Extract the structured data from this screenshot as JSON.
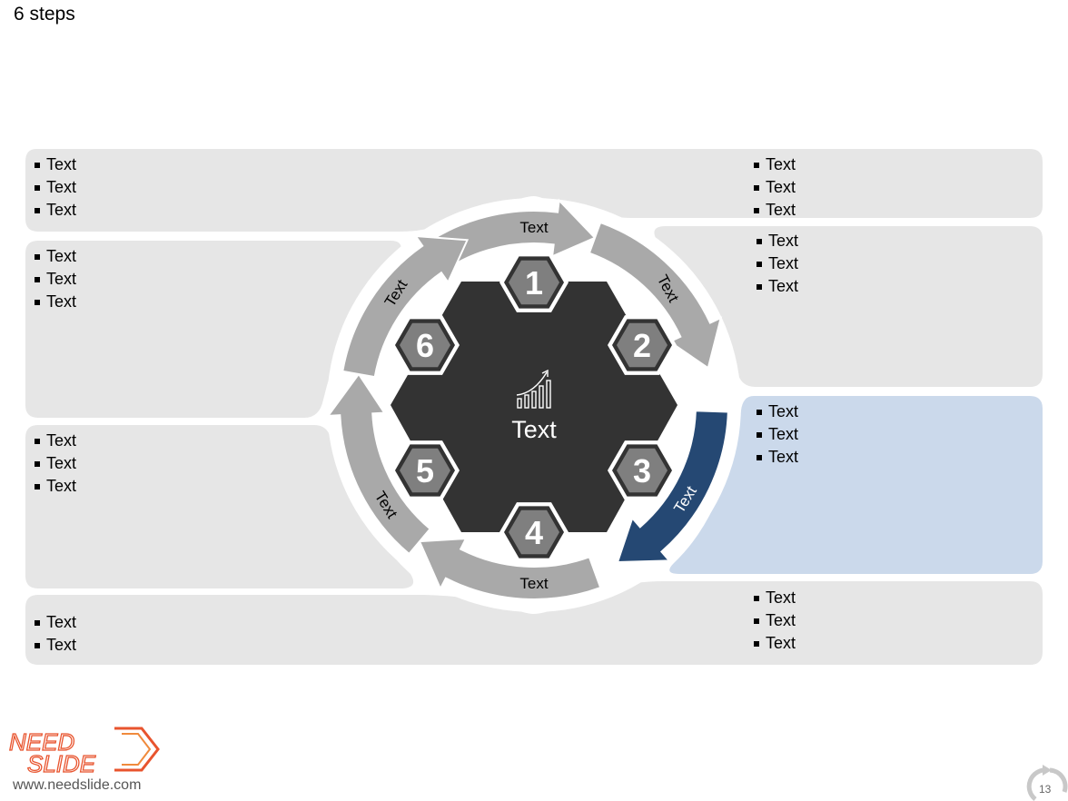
{
  "title": "6 steps",
  "center_label": "Text",
  "steps": [
    "1",
    "2",
    "3",
    "4",
    "5",
    "6"
  ],
  "arrow_labels": [
    "Text",
    "Text",
    "Text",
    "Text",
    "Text",
    "Text"
  ],
  "lists": {
    "top_left": [
      "Text",
      "Text",
      "Text"
    ],
    "top_right": [
      "Text",
      "Text",
      "Text"
    ],
    "upper_right": [
      "Text",
      "Text",
      "Text"
    ],
    "mid_left": [
      "Text",
      "Text",
      "Text"
    ],
    "lower_left": [
      "Text",
      "Text",
      "Text"
    ],
    "lower_right": [
      "Text",
      "Text",
      "Text"
    ],
    "bottom_left": [
      "Text",
      "Text"
    ],
    "bottom_right": [
      "Text",
      "Text",
      "Text"
    ]
  },
  "logo": {
    "line1": "NEED",
    "line2": "SLIDE"
  },
  "website": "www.needslide.com",
  "page_number": "13",
  "colors": {
    "panel": "#e6e6e6",
    "highlight_panel": "#cbd9eb",
    "arrow": "#a9a9a9",
    "highlight_arrow": "#254873",
    "hexagon": "#333333",
    "step_badge": "#7f7f7f",
    "logo_accent": "#e8542e"
  }
}
